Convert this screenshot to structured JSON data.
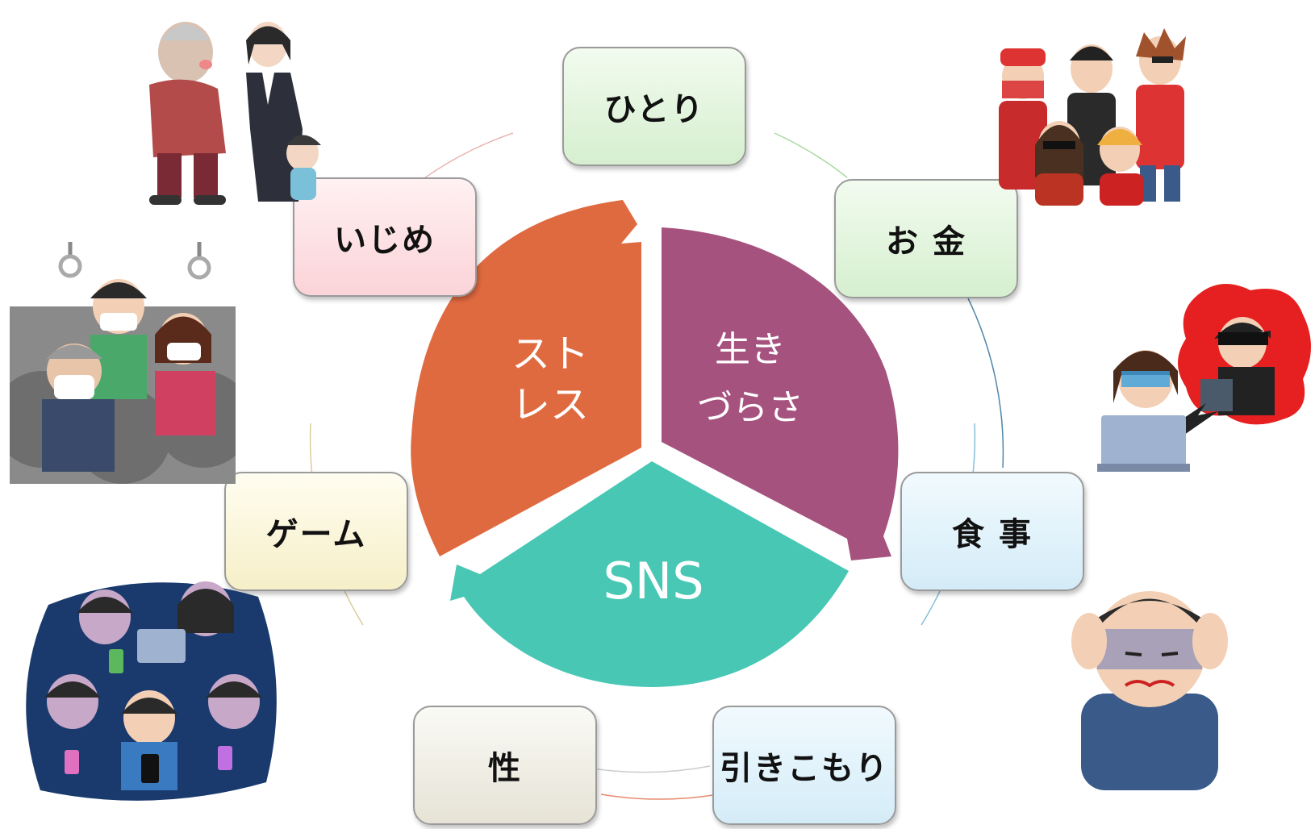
{
  "center": {
    "segments": [
      {
        "label_lines": [
          "スト",
          "レス"
        ],
        "color": "#e06a40"
      },
      {
        "label_lines": [
          "生き",
          "づらさ"
        ],
        "color": "#a6527f"
      },
      {
        "label_lines": [
          "SNS"
        ],
        "color": "#48c7b5"
      }
    ]
  },
  "boxes": [
    {
      "label": "ひとり",
      "fill": "#e3f6dd"
    },
    {
      "label": "お 金",
      "fill": "#e4f6de"
    },
    {
      "label": "食 事",
      "fill": "#e2f3fb"
    },
    {
      "label": "引きこもり",
      "fill": "#e2f3fb"
    },
    {
      "label": "性",
      "fill": "#f1efe6"
    },
    {
      "label": "ゲーム",
      "fill": "#fcf7dc"
    },
    {
      "label": "いじめ",
      "fill": "#fde2e5"
    }
  ],
  "illustrations": [
    "grandfather-scolding-illustration",
    "gang-of-youths-illustration",
    "crowded-train-illustration",
    "online-fraud-illustration",
    "group-with-phones-illustration",
    "worried-man-illustration"
  ]
}
